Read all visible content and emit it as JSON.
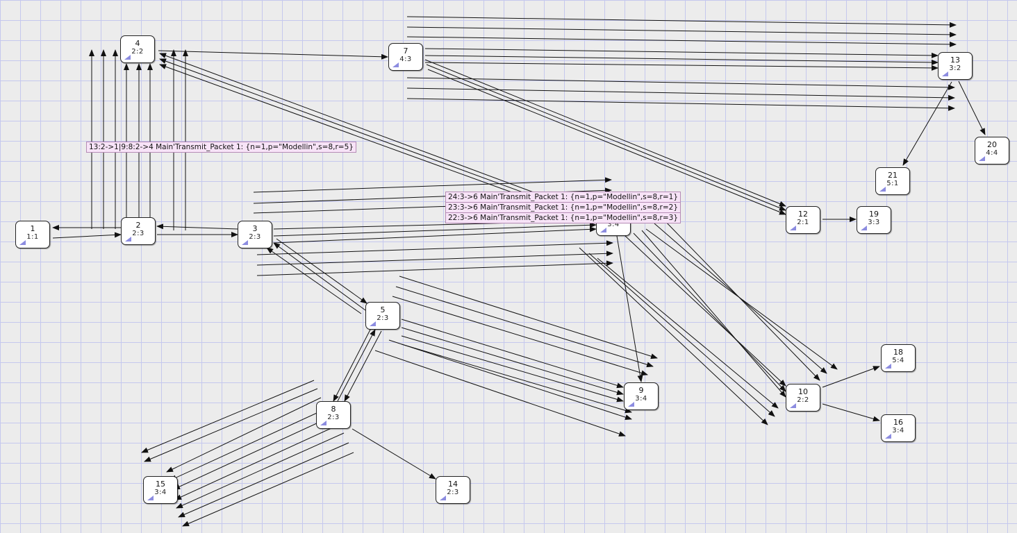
{
  "nodes": [
    {
      "id": "1",
      "state": "1:1"
    },
    {
      "id": "2",
      "state": "2:3"
    },
    {
      "id": "3",
      "state": "2:3"
    },
    {
      "id": "4",
      "state": "2:2"
    },
    {
      "id": "5",
      "state": "2:3"
    },
    {
      "id": "6",
      "state": "3:4"
    },
    {
      "id": "7",
      "state": "4:3"
    },
    {
      "id": "8",
      "state": "2:3"
    },
    {
      "id": "9",
      "state": "3:4"
    },
    {
      "id": "10",
      "state": "2:2"
    },
    {
      "id": "12",
      "state": "2:1"
    },
    {
      "id": "13",
      "state": "3:2"
    },
    {
      "id": "14",
      "state": "2:3"
    },
    {
      "id": "15",
      "state": "3:4"
    },
    {
      "id": "16",
      "state": "3:4"
    },
    {
      "id": "18",
      "state": "5:4"
    },
    {
      "id": "19",
      "state": "3:3"
    },
    {
      "id": "20",
      "state": "4:4"
    },
    {
      "id": "21",
      "state": "5:1"
    }
  ],
  "labels": [
    "13:2->1|9:8:2->4 Main'Transmit_Packet 1: {n=1,p=\"Modellin\",s=8,r=5}",
    "24:3->6 Main'Transmit_Packet 1: {n=1,p=\"Modellin\",s=8,r=1}",
    "23:3->6 Main'Transmit_Packet 1: {n=1,p=\"Modellin\",s=8,r=2}",
    "22:3->6 Main'Transmit_Packet 1: {n=1,p=\"Modellin\",s=8,r=3}"
  ],
  "colors": {
    "grid": "#c5c8ee",
    "background": "#ececec",
    "label_background": "#f7e3f7",
    "node_marker": "#8c8ce0"
  }
}
